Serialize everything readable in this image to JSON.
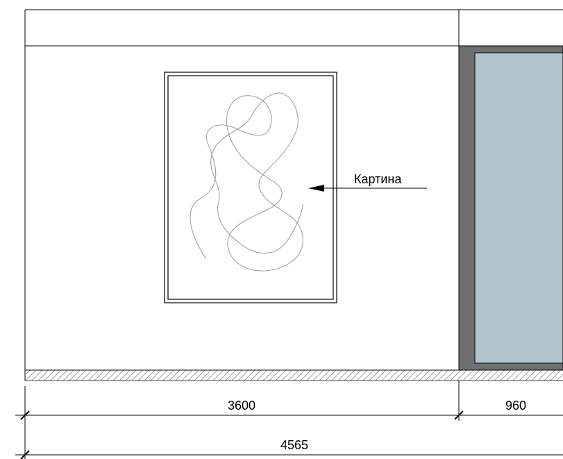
{
  "annotation": {
    "label": "Картина"
  },
  "dimensions": {
    "segment_left": "3600",
    "segment_right": "960",
    "overall": "4565"
  },
  "colors": {
    "line": "#000000",
    "door_frame": "#6f6f6f",
    "glass": "#aec6cc",
    "hatch": "#8a8a8a",
    "scribble": "#9a9a9a"
  }
}
